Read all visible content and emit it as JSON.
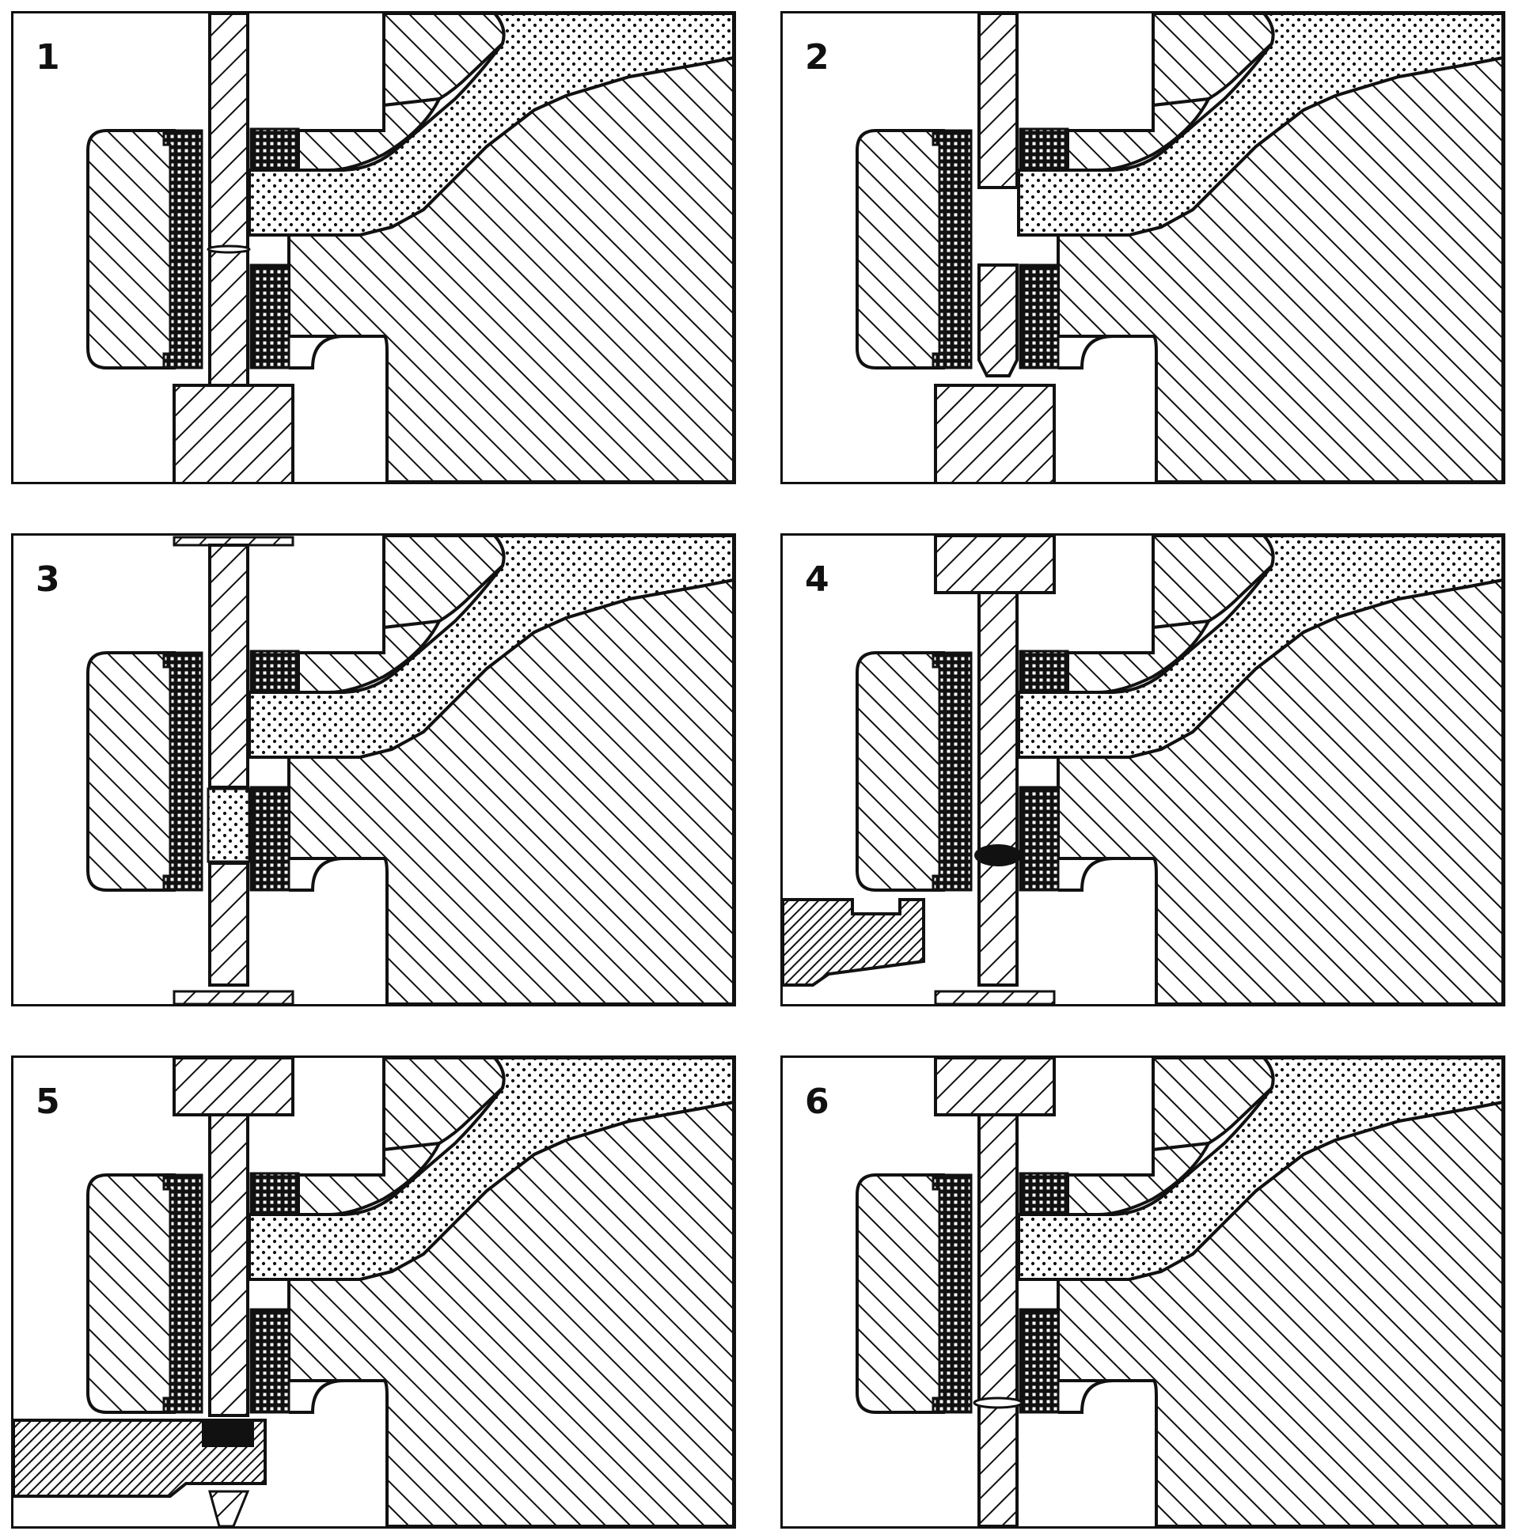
{
  "colors": {
    "ink": "#111111",
    "paper": "#ffffff",
    "stipple": "#e9e9e9"
  },
  "panels": [
    {
      "label": "1",
      "stage": "initial"
    },
    {
      "label": "2",
      "stage": "pin-raised"
    },
    {
      "label": "3",
      "stage": "slot-filled"
    },
    {
      "label": "4",
      "stage": "tool-inserted"
    },
    {
      "label": "5",
      "stage": "pin-cut"
    },
    {
      "label": "6",
      "stage": "final"
    }
  ],
  "icons": {
    "diagonal-hatch": "metal-section",
    "cross-grid": "mesh-seal",
    "stipple": "granular-fill"
  }
}
